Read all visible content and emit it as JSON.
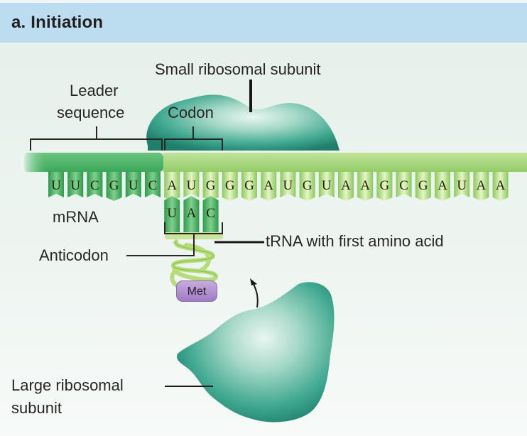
{
  "header": {
    "title": "a. Initiation"
  },
  "labels": {
    "small_subunit": "Small ribosomal subunit",
    "leader_line1": "Leader",
    "leader_line2": "sequence",
    "codon": "Codon",
    "mrna": "mRNA",
    "trna": "tRNA with first amino acid",
    "anticodon": "Anticodon",
    "amino_acid": "Met",
    "large_subunit_line1": "Large ribosomal",
    "large_subunit_line2": "subunit"
  },
  "mrna_sequence": [
    "U",
    "U",
    "C",
    "G",
    "U",
    "C",
    "A",
    "U",
    "G",
    "G",
    "G",
    "A",
    "U",
    "G",
    "U",
    "A",
    "A",
    "G",
    "C",
    "G",
    "A",
    "U",
    "A",
    "A"
  ],
  "leader_count": 6,
  "codon_start_index": 6,
  "anticodon_sequence": [
    "U",
    "A",
    "C"
  ],
  "colors": {
    "header_bg": "#bcdcef",
    "ribosome": "#2f9c86",
    "leader_backbone": "#4fb86a",
    "coding_backbone": "#a8d67a",
    "amino_acid": "#a784c8"
  }
}
